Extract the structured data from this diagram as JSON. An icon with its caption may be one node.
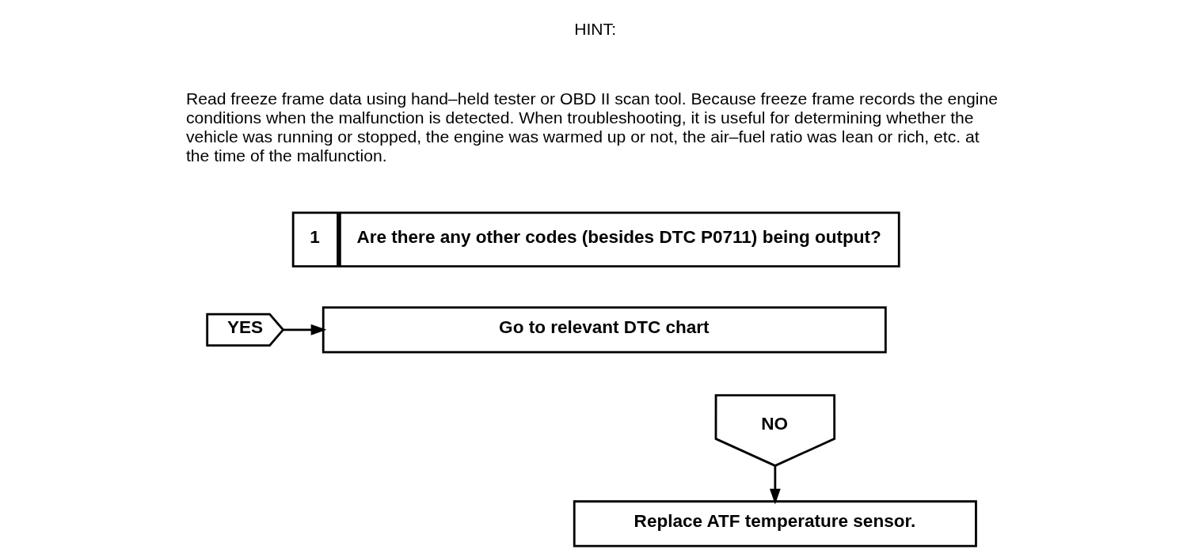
{
  "diagram": {
    "nodes": [
      {
        "text": [
          "1",
          "Are there any other codes (besides DTC P0711) being output?"
        ]
      },
      {
        "text": [
          "YES"
        ]
      },
      {
        "text": [
          "Go to relevant DTC chart"
        ]
      },
      {
        "text": [
          "NO"
        ]
      },
      {
        "text": [
          "Replace ATF temperature sensor."
        ]
      }
    ],
    "edges": [
      {
        "from": 1,
        "to": 2,
        "arrow": "to"
      },
      {
        "from": 3,
        "to": 4,
        "arrow": "to"
      }
    ],
    "labels": [
      "HINT:",
      "Read freeze frame data using hand–held tester or OBD II scan tool. Because freeze frame records the engine conditions when the malfunction is detected. When troubleshooting, it is useful for determining whether the vehicle was running or stopped, the engine was warmed up or not, the air–fuel ratio was lean or rich, etc. at the time of the malfunction."
    ]
  }
}
